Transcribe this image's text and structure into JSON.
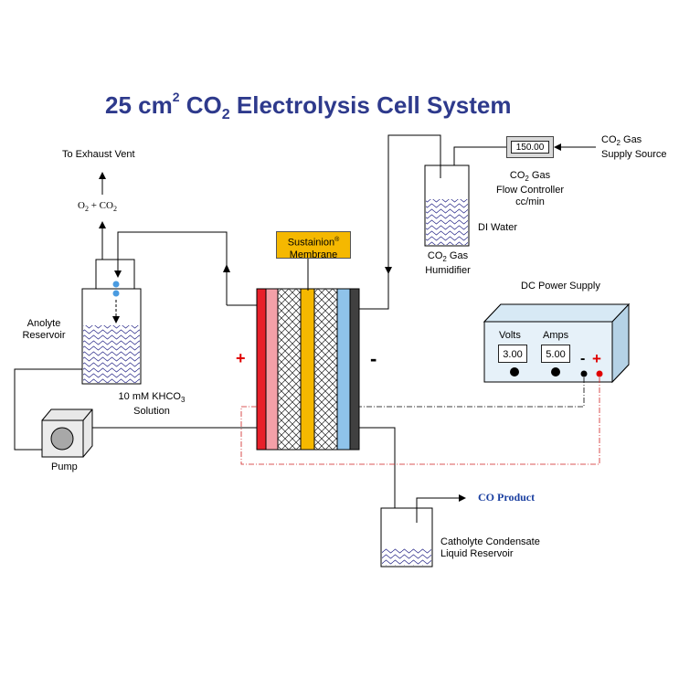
{
  "title": {
    "prefix": "25 cm",
    "sup": "2",
    "co": " CO",
    "sub": "2",
    "rest": " Electrolysis Cell System"
  },
  "labels": {
    "exhaust": "To Exhaust Vent",
    "o2co2_o": "O",
    "o2co2_2a": "2",
    "o2co2_mid": " + CO",
    "o2co2_2b": "2",
    "anolyte_l1": "Anolyte",
    "anolyte_l2": "Reservoir",
    "khco3_l1_a": "10 mM KHCO",
    "khco3_l1_b": "3",
    "khco3_l2": "Solution",
    "pump": "Pump",
    "membrane_l1": "Sustainion",
    "membrane_reg": "®",
    "membrane_l2": "Membrane",
    "co2_source_l1_a": "CO",
    "co2_source_l1_b": "2",
    "co2_source_l1_c": " Gas",
    "co2_source_l2": "Supply Source",
    "flow_l1_a": "CO",
    "flow_l1_b": "2",
    "flow_l1_c": " Gas",
    "flow_l2": "Flow Controller",
    "flow_l3": "cc/min",
    "di_water": "DI Water",
    "humid_l1_a": "CO",
    "humid_l1_b": "2",
    "humid_l1_c": " Gas",
    "humid_l2": "Humidifier",
    "dc_supply": "DC Power Supply",
    "volts": "Volts",
    "amps": "Amps",
    "co_product": "CO Product",
    "catholyte_l1": "Catholyte Condensate",
    "catholyte_l2": "Liquid Reservoir",
    "plus": "+",
    "minus": "-"
  },
  "readouts": {
    "flow": "150.00",
    "volts": "3.00",
    "amps": "5.00"
  },
  "colors": {
    "title": "#2e3a8c",
    "anode_plate": "#e8202a",
    "anode_layer": "#f4a0a8",
    "membrane": "#f5b800",
    "cathode_layer": "#8fc3ea",
    "cathode_plate": "#404040",
    "positive_wire": "#d02020",
    "co_product": "#1a3fa0"
  }
}
